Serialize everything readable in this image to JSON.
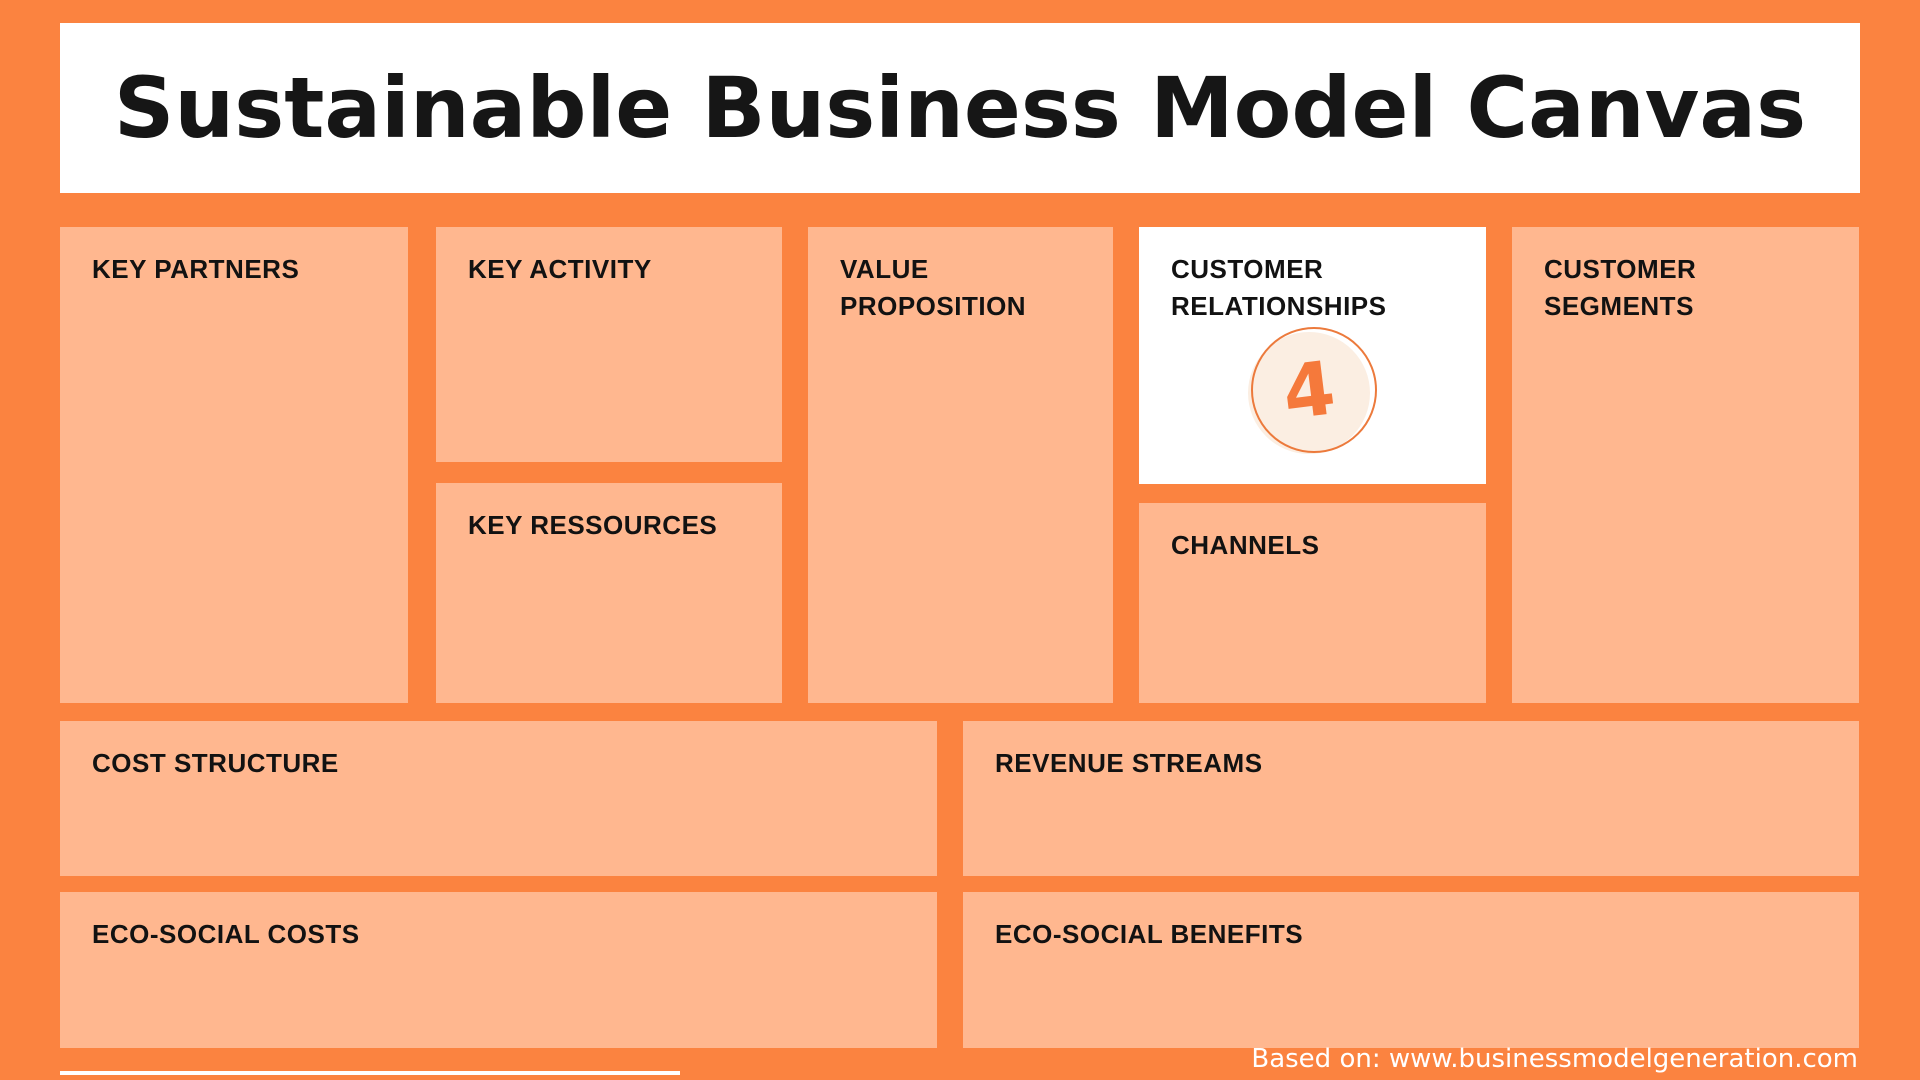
{
  "title": "Sustainable Business Model Canvas",
  "boxes": {
    "key_partners": {
      "label": "KEY PARTNERS"
    },
    "key_activity": {
      "label": "KEY ACTIVITY"
    },
    "key_ressources": {
      "label": "KEY RESSOURCES"
    },
    "value_proposition": {
      "label": "VALUE PROPOSITION"
    },
    "customer_relationships": {
      "label": "CUSTOMER RELATIONSHIPS",
      "badge": "4"
    },
    "channels": {
      "label": "CHANNELS"
    },
    "customer_segments": {
      "label": "CUSTOMER SEGMENTS"
    },
    "cost_structure": {
      "label": "COST STRUCTURE"
    },
    "revenue_streams": {
      "label": "REVENUE STREAMS"
    },
    "eco_social_costs": {
      "label": "ECO-SOCIAL COSTS"
    },
    "eco_social_benefits": {
      "label": "ECO-SOCIAL BENEFITS"
    }
  },
  "footer": {
    "attribution": "Based on: www.businessmodelgeneration.com"
  },
  "colors": {
    "background_orange": "#FB8340",
    "panel_peach": "#FFB78F",
    "panel_white": "#FFFFFF",
    "badge_fill": "#FBEEE2",
    "badge_ring": "#EC7A3C",
    "badge_number": "#F5793B",
    "text_dark": "#121212",
    "text_white": "#FFFFFF"
  }
}
